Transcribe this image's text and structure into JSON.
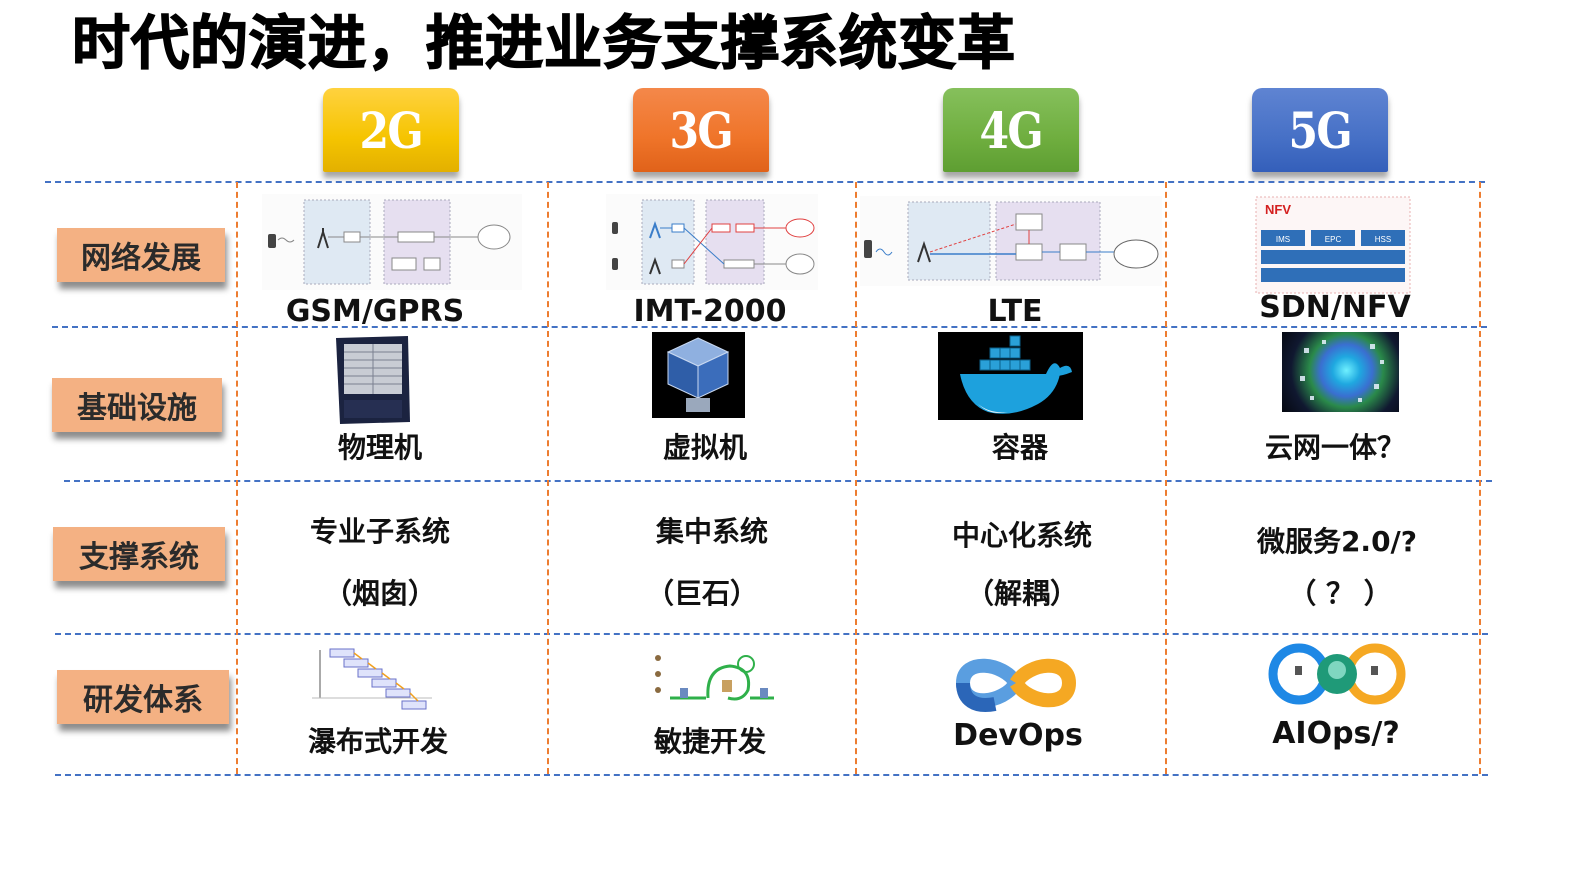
{
  "title": "时代的演进，推进业务支撑系统变革",
  "generations": [
    {
      "label": "2G",
      "color_top": "#ffd23f",
      "color_bottom": "#e8b300"
    },
    {
      "label": "3G",
      "color_top": "#f4884a",
      "color_bottom": "#e8661b"
    },
    {
      "label": "4G",
      "color_top": "#82bd59",
      "color_bottom": "#5fa033"
    },
    {
      "label": "5G",
      "color_top": "#5b80cf",
      "color_bottom": "#2f5fbf"
    }
  ],
  "rows": [
    {
      "label": "网络发展",
      "cells": [
        {
          "text": "GSM/GPRS",
          "image": "gsm-gprs-architecture-diagram"
        },
        {
          "text": "IMT-2000",
          "image": "imt2000-architecture-diagram"
        },
        {
          "text": "LTE",
          "image": "lte-architecture-diagram"
        },
        {
          "text": "SDN/NFV",
          "image": "nfv-stack-diagram",
          "image_labels": {
            "title": "NFV",
            "blocks": [
              "IMS",
              "EPC",
              "HSS"
            ]
          }
        }
      ]
    },
    {
      "label": "基础设施",
      "cells": [
        {
          "text": "物理机",
          "image": "physical-server-rack"
        },
        {
          "text": "虚拟机",
          "image": "virtualbox-cube"
        },
        {
          "text": "容器",
          "image": "docker-whale"
        },
        {
          "text": "云网一体？",
          "image": "cloud-network-glow"
        }
      ]
    },
    {
      "label": "支撑系统",
      "cells": [
        {
          "text": "专业子系统",
          "subtext": "（烟囱）"
        },
        {
          "text": "集中系统",
          "subtext": "（巨石）"
        },
        {
          "text": "中心化系统",
          "subtext": "（解耦）"
        },
        {
          "text": "微服务2.0/?",
          "subtext": "（ ？ ）"
        }
      ]
    },
    {
      "label": "研发体系",
      "cells": [
        {
          "text": "瀑布式开发",
          "image": "waterfall-diagram"
        },
        {
          "text": "敏捷开发",
          "image": "agile-cycle-diagram"
        },
        {
          "text": "DevOps",
          "image": "devops-infinity-loop"
        },
        {
          "text": "AIOps/?",
          "image": "aiops-loop"
        }
      ]
    }
  ],
  "colors": {
    "row_divider": "#4472c4",
    "col_divider": "#ed7d31",
    "row_label_bg": "#f4b183"
  }
}
